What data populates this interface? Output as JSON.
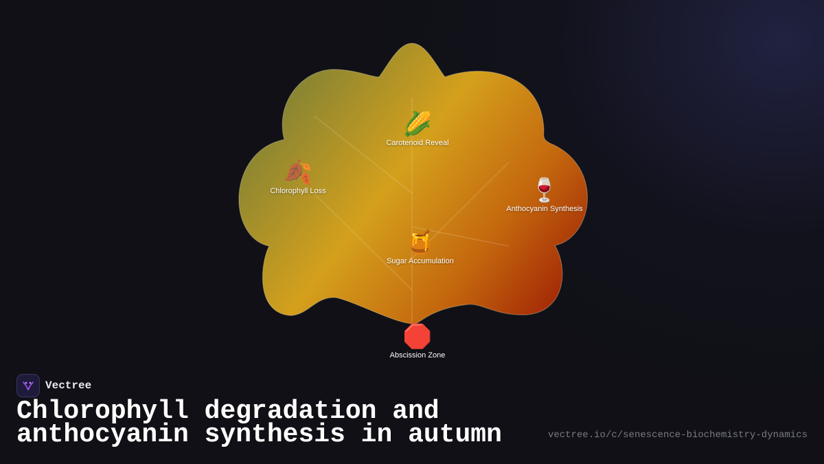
{
  "diagram": {
    "nodes": [
      {
        "id": "carotenoid",
        "emoji": "🌽",
        "label": "Carotenoid Reveal"
      },
      {
        "id": "chlorophyll",
        "emoji": "🍂",
        "label": "Chlorophyll Loss"
      },
      {
        "id": "anthocyanin",
        "emoji": "🍷",
        "label": "Anthocyanin Synthesis"
      },
      {
        "id": "sugar",
        "emoji": "🍯",
        "label": "Sugar Accumulation"
      },
      {
        "id": "abscission",
        "emoji": "🛑",
        "label": "Abscission Zone"
      }
    ],
    "leaf_gradient": [
      "#6e7a3a",
      "#d4a01c",
      "#c86a10",
      "#a01e05"
    ]
  },
  "brand": {
    "name": "Vectree",
    "accent": "#a855f7"
  },
  "title": "Chlorophyll degradation and anthocyanin synthesis in autumn",
  "url": "vectree.io/c/senescence-biochemistry-dynamics"
}
